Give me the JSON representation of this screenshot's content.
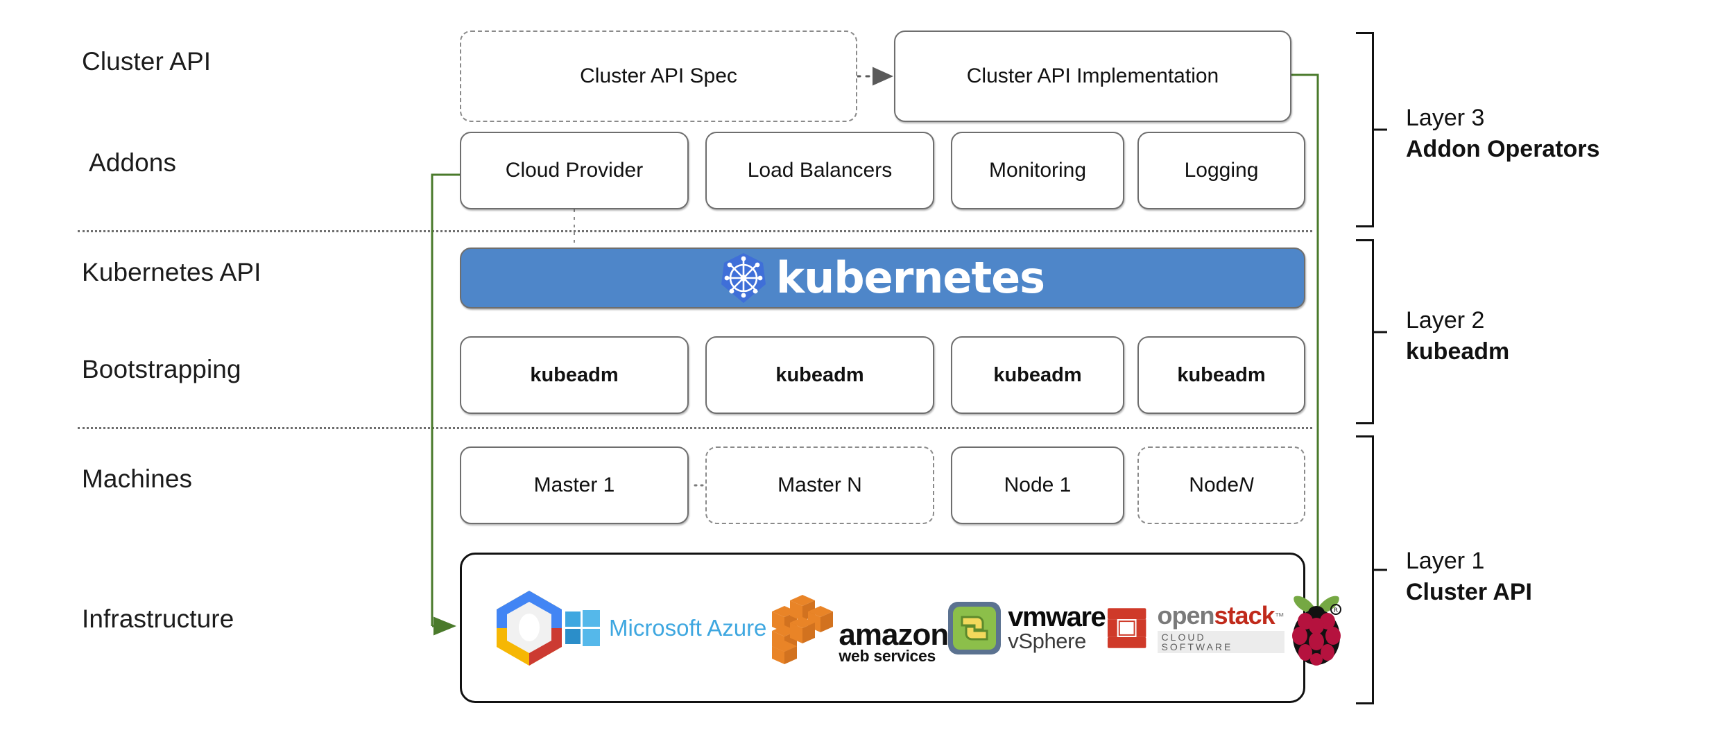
{
  "diagram": {
    "title": "Kubernetes Cluster API layered architecture",
    "accent_green": "#4a7a2b",
    "k8s_blue": "#4e86c9",
    "k8s_logo_blue": "#3f6fd8"
  },
  "row_labels": [
    {
      "id": "cluster-api",
      "text": "Cluster API"
    },
    {
      "id": "addons",
      "text": "Addons"
    },
    {
      "id": "kubernetes-api",
      "text": "Kubernetes API"
    },
    {
      "id": "bootstrapping",
      "text": "Bootstrapping"
    },
    {
      "id": "machines",
      "text": "Machines"
    },
    {
      "id": "infrastructure",
      "text": "Infrastructure"
    }
  ],
  "cluster_api_row": {
    "spec": {
      "label": "Cluster API Spec",
      "style": "dashed"
    },
    "implementation": {
      "label": "Cluster API Implementation",
      "style": "solid"
    },
    "connector": "dotted-arrow-right"
  },
  "addons_row": {
    "boxes": [
      {
        "label": "Cloud Provider"
      },
      {
        "label": "Load Balancers"
      },
      {
        "label": "Monitoring"
      },
      {
        "label": "Logging"
      }
    ]
  },
  "kubernetes_banner": {
    "wordmark": "kubernetes",
    "logo_name": "kubernetes-helm-icon"
  },
  "bootstrapping_row": {
    "boxes": [
      {
        "label": "kubeadm"
      },
      {
        "label": "kubeadm"
      },
      {
        "label": "kubeadm"
      },
      {
        "label": "kubeadm"
      }
    ]
  },
  "machines_row": {
    "boxes": [
      {
        "label": "Master 1",
        "style": "solid",
        "italic_tail": ""
      },
      {
        "label": "Master N",
        "style": "dashed",
        "italic_tail": ""
      },
      {
        "label": "Node 1",
        "style": "solid",
        "italic_tail": ""
      },
      {
        "label": "Node ",
        "style": "dashed",
        "italic_tail": "N"
      }
    ],
    "ellipsis_connectors": 2
  },
  "infrastructure_row": {
    "logos": [
      {
        "name": "google-cloud-icon",
        "text": ""
      },
      {
        "name": "microsoft-azure-logo",
        "text": "Microsoft Azure"
      },
      {
        "name": "amazon-web-services-logo",
        "text": "amazon",
        "subtext": "web services"
      },
      {
        "name": "vmware-vsphere-logo",
        "text": "vmware",
        "subtext": "vSphere"
      },
      {
        "name": "openstack-logo",
        "text_open": "open",
        "text_stack": "stack",
        "subtext": "CLOUD SOFTWARE"
      },
      {
        "name": "raspberry-pi-logo",
        "text": ""
      }
    ]
  },
  "layers": [
    {
      "id": "layer-3",
      "number": "Layer 3",
      "name": "Addon Operators"
    },
    {
      "id": "layer-2",
      "number": "Layer 2",
      "name": "kubeadm"
    },
    {
      "id": "layer-1",
      "number": "Layer 1",
      "name": "Cluster API"
    }
  ]
}
